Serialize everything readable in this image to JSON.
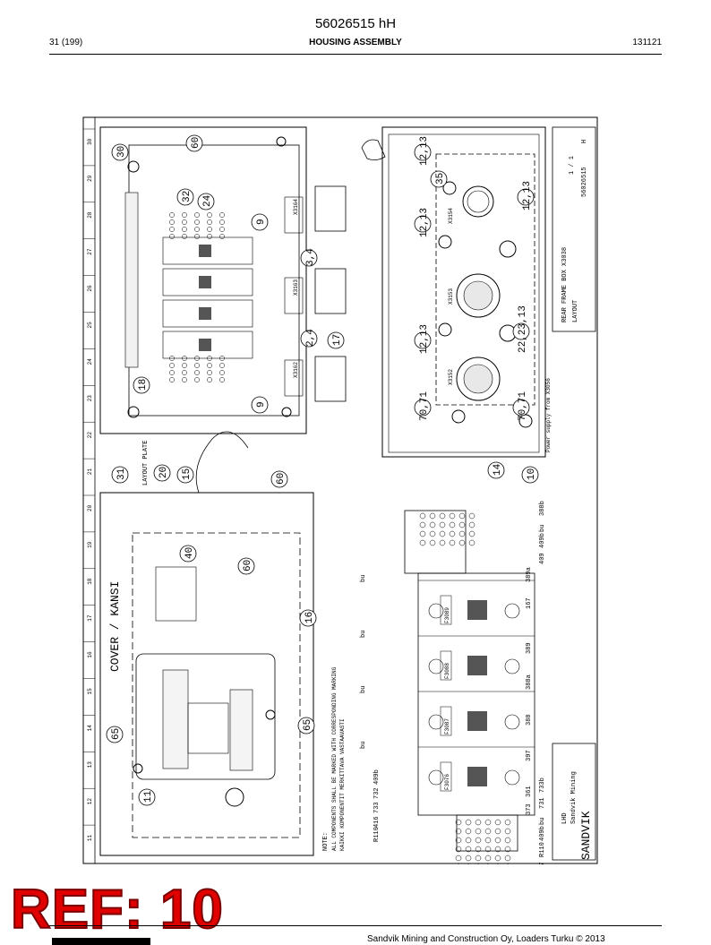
{
  "header": {
    "doc_id": "56026515 hH",
    "page": "31 (199)",
    "title": "HOUSING ASSEMBLY",
    "date": "131121"
  },
  "drawing": {
    "ruler_numbers": [
      "30",
      "29",
      "28",
      "27",
      "26",
      "25",
      "24",
      "23",
      "22",
      "21",
      "20",
      "19",
      "18",
      "17",
      "16",
      "15",
      "14",
      "13",
      "12",
      "11"
    ],
    "callouts": [
      "30",
      "60",
      "32",
      "24",
      "9",
      "18",
      "3,4",
      "2,4",
      "17",
      "9",
      "31",
      "20",
      "15",
      "60",
      "40",
      "60",
      "16",
      "65",
      "65",
      "11",
      "12,13",
      "35",
      "12,13",
      "12,13",
      "22,23,13",
      "12,13",
      "70,71",
      "70,71",
      "14",
      "10"
    ],
    "connectors": [
      "X3164",
      "X3163",
      "X3162",
      "X3154",
      "X3153",
      "X3152"
    ],
    "fuses": [
      "F3089",
      "F3088",
      "F3087",
      "F3076"
    ],
    "terminal_top_labels": [
      "409",
      "409b",
      "bu",
      "388b"
    ],
    "terminal_bottom_labels": [
      "733b",
      "731",
      "bu",
      "409b",
      "R110",
      "627"
    ],
    "left_wire_labels": [
      "R110",
      "416",
      "733",
      "732",
      "409b"
    ],
    "cover_label": "COVER / KANSI",
    "layout_plate": "LAYOUT PLATE",
    "logo": "SANDVIK",
    "title_block": {
      "drawing_title": "REAR FRAME BOX X3038",
      "sub_title": "LAYOUT",
      "drawing_number": "56026515",
      "revision": "H",
      "sheet": "1 / 1",
      "product": "LHD",
      "company": "Sandvik Mining"
    },
    "note_heading": "NOTE:",
    "note_line1": "ALL COMPONENTS SHALL BE MARKED WITH CORRESPONDING MARKING",
    "note_line2": "KAIKKI KOMPONENTIT MERKITTAVA VASTAAVASTI",
    "power_supply": "Power supply from X3056",
    "bu_labels": [
      "bu",
      "bu",
      "bu",
      "bu"
    ],
    "wire_numbers": [
      "389a",
      "167",
      "389",
      "388a",
      "388",
      "397",
      "361",
      "373"
    ]
  },
  "stamp": {
    "ref": "REF: 10"
  },
  "footer": {
    "text": "Sandvik Mining and Construction Oy, Loaders Turku © 2013"
  }
}
